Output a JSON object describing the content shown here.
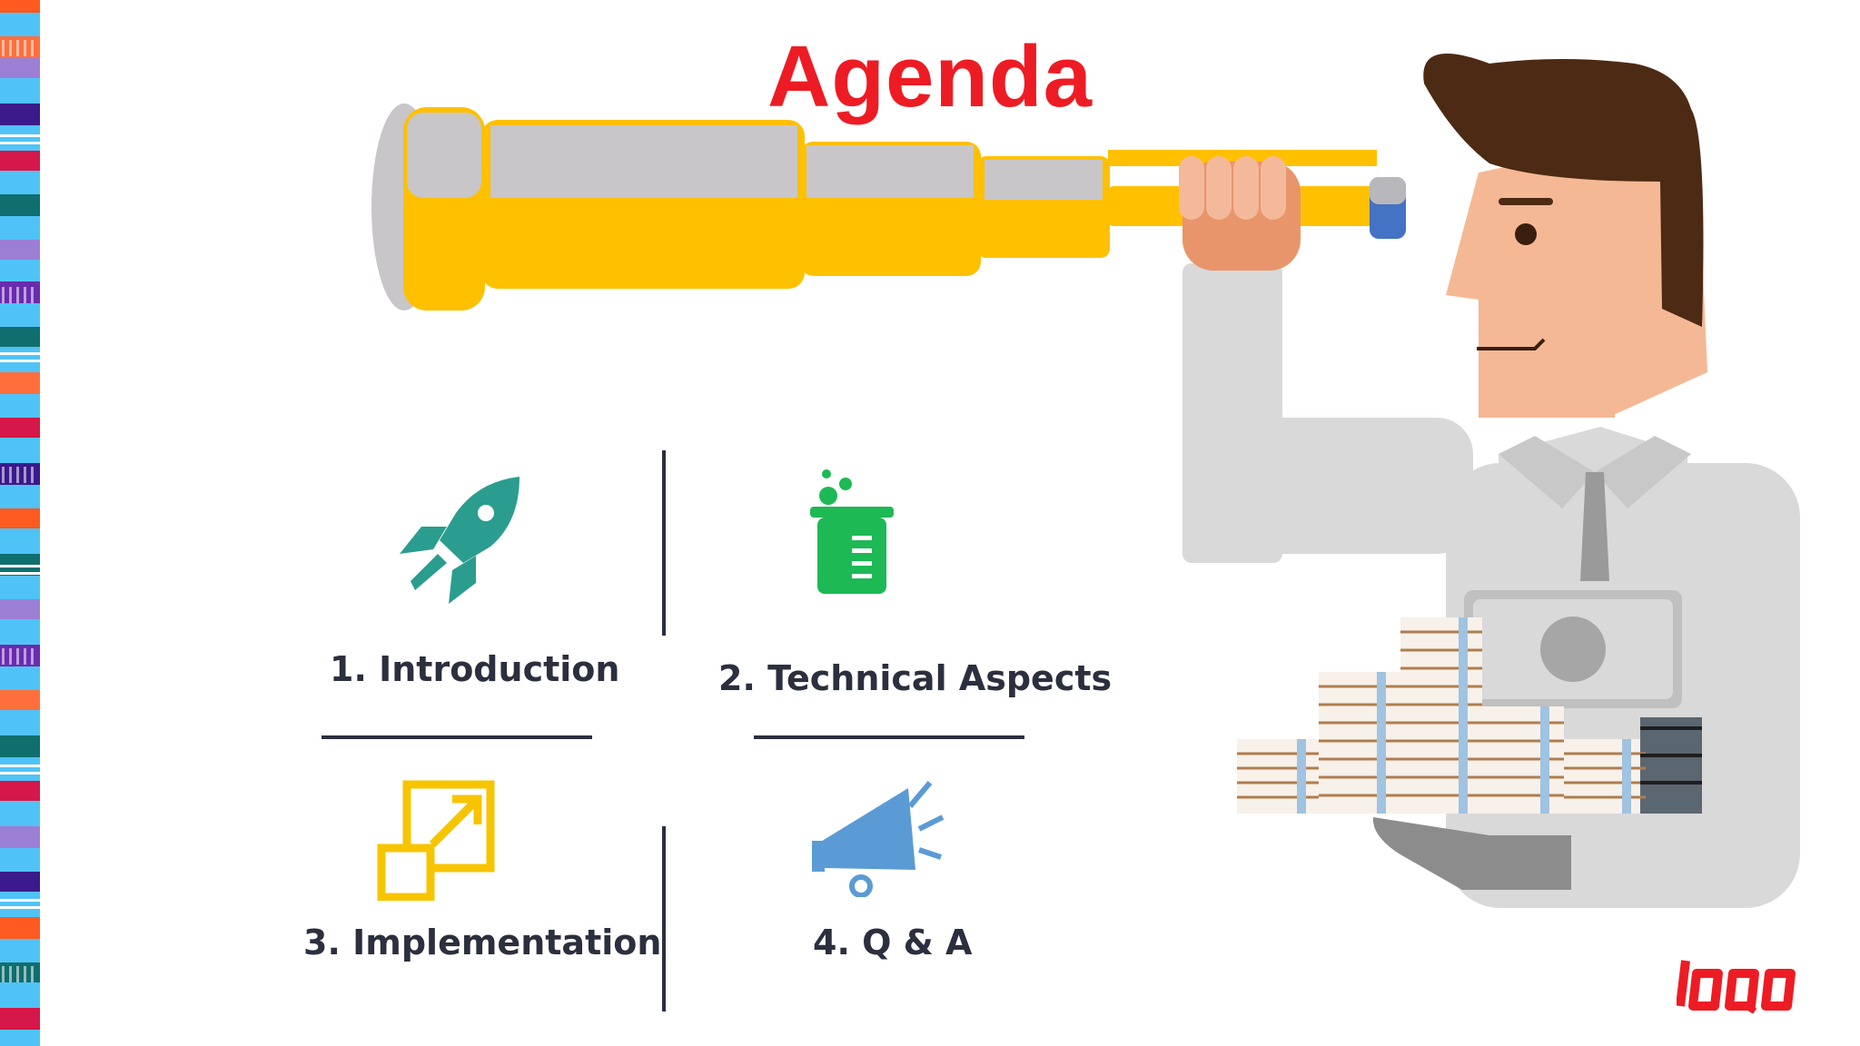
{
  "slide": {
    "title": "Agenda",
    "items": [
      {
        "label": "1. Introduction",
        "icon": "rocket-icon",
        "color": "#2a9d8f"
      },
      {
        "label": "2. Technical Aspects",
        "icon": "beaker-icon",
        "color": "#1db954"
      },
      {
        "label": "3. Implementation",
        "icon": "expand-icon",
        "color": "#f7c400"
      },
      {
        "label": "4. Q & A",
        "icon": "megaphone-icon",
        "color": "#5b9bd5"
      }
    ],
    "brand": {
      "color": "#ed1c24"
    },
    "accent": {
      "telescope": "#ffc000",
      "title": "#ed1c24"
    }
  }
}
